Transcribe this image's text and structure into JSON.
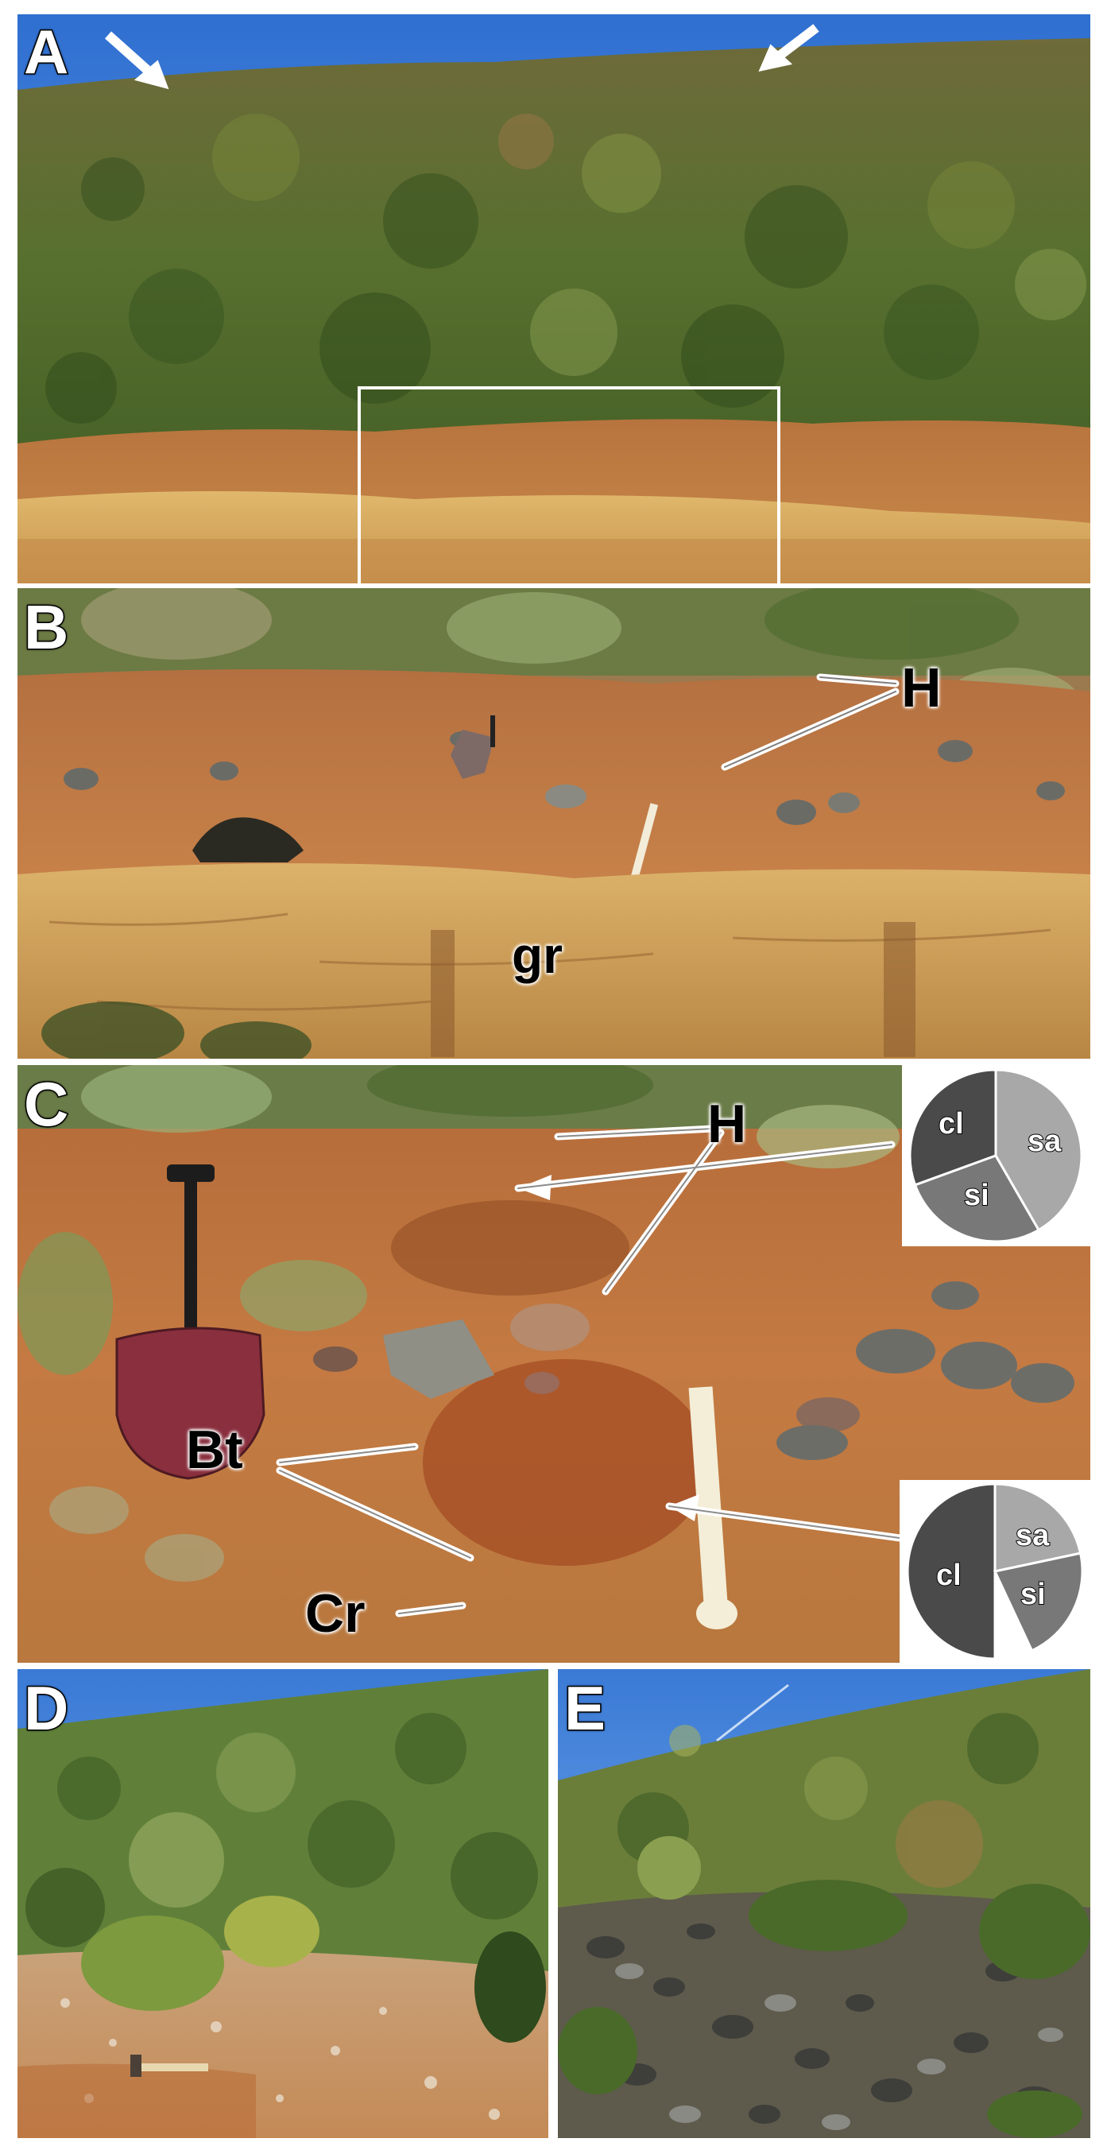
{
  "panels": {
    "a": {
      "letter": "A"
    },
    "b": {
      "letter": "B",
      "label_horizon": "H",
      "label_granite": "gr"
    },
    "c": {
      "letter": "C",
      "label_horizon": "H",
      "label_bt": "Bt",
      "label_cr": "Cr",
      "pie_top": {
        "slices": [
          {
            "label": "cl",
            "color": "#4a4a4a"
          },
          {
            "label": "sa",
            "color": "#a8a8a8"
          },
          {
            "label": "si",
            "color": "#787878"
          }
        ]
      },
      "pie_bottom": {
        "slices": [
          {
            "label": "cl",
            "color": "#4a4a4a"
          },
          {
            "label": "sa",
            "color": "#a8a8a8"
          },
          {
            "label": "si",
            "color": "#787878"
          }
        ]
      }
    },
    "d": {
      "letter": "D"
    },
    "e": {
      "letter": "E"
    }
  },
  "colors": {
    "sky": "#3d7fd6",
    "vegetation_dark": "#3f5a26",
    "vegetation_mid": "#66803a",
    "soil": "#b86a34",
    "granite": "#d9b06a",
    "rock": "#6b6b66"
  }
}
